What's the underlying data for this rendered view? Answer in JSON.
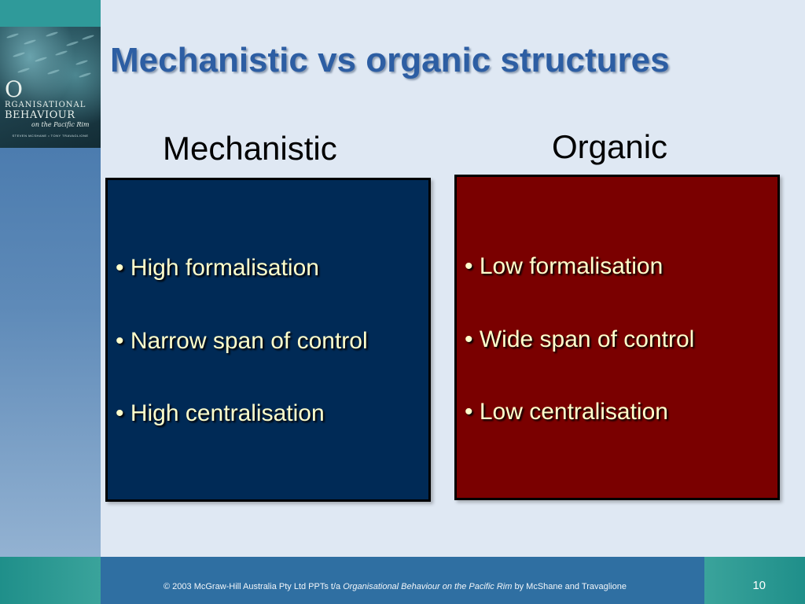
{
  "slide": {
    "title": "Mechanistic vs organic structures",
    "page_number": "10"
  },
  "book_cover": {
    "initial": "O",
    "line1": "RGANISATIONAL",
    "line2": "BEHAVIOUR",
    "line3": "on the Pacific Rim",
    "authors": "STEVEN MCSHANE • TONY TRAVAGLIONE"
  },
  "columns": {
    "mechanistic": {
      "heading": "Mechanistic",
      "bullets": [
        "• High formalisation",
        "• Narrow span of control",
        "• High centralisation"
      ]
    },
    "organic": {
      "heading": "Organic",
      "bullets": [
        "• Low formalisation",
        "• Wide span of control",
        "• Low centralisation"
      ]
    }
  },
  "footer": {
    "copyright_prefix": "© 2003 McGraw-Hill Australia Pty Ltd PPTs t/a ",
    "copyright_title": "Organisational Behaviour on the Pacific Rim",
    "copyright_suffix": " by McShane and Travaglione"
  },
  "colors": {
    "title": "#2d5ea3",
    "mechanistic_panel": "#002a56",
    "organic_panel": "#7a0000",
    "bullet_text": "#ffffcc"
  }
}
